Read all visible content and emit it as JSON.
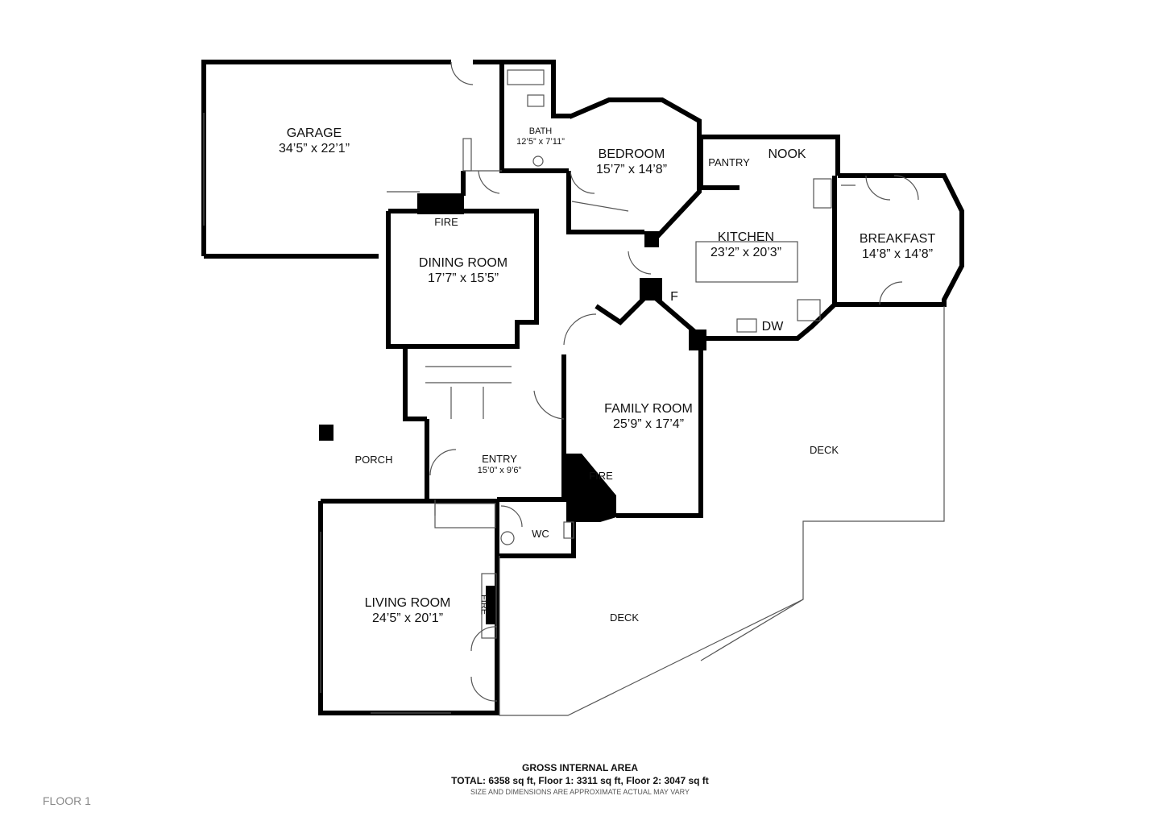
{
  "rooms": {
    "garage": {
      "name": "GARAGE",
      "dim": "34’5” x 22’1”"
    },
    "bath": {
      "name": "BATH",
      "dim": "12’5” x 7’11”"
    },
    "bedroom": {
      "name": "BEDROOM",
      "dim": "15’7” x 14’8”"
    },
    "pantry": {
      "name": "PANTRY"
    },
    "nook": {
      "name": "NOOK"
    },
    "kitchen": {
      "name": "KITCHEN",
      "dim": "23’2” x 20’3”"
    },
    "breakfast": {
      "name": "BREAKFAST",
      "dim": "14’8” x 14’8”"
    },
    "dining": {
      "name": "DINING ROOM",
      "dim": "17’7” x 15’5”"
    },
    "family": {
      "name": "FAMILY ROOM",
      "dim": "25’9” x 17’4”"
    },
    "porch": {
      "name": "PORCH"
    },
    "entry": {
      "name": "ENTRY",
      "dim": "15’0” x 9’6”"
    },
    "wc": {
      "name": "WC"
    },
    "living": {
      "name": "LIVING ROOM",
      "dim": "24’5” x 20’1”"
    },
    "deck_east": {
      "name": "DECK"
    },
    "deck_south": {
      "name": "DECK"
    }
  },
  "labels": {
    "fire_dining": "FIRE",
    "fire_family": "FIRE",
    "fire_living": "FIRE",
    "fridge": "F",
    "dishwasher": "DW"
  },
  "footer": {
    "title": "GROSS INTERNAL AREA",
    "totals": "TOTAL: 6358 sq ft, Floor 1: 3311 sq ft, Floor 2: 3047 sq ft",
    "note": "SIZE AND DIMENSIONS ARE APPROXIMATE ACTUAL MAY VARY"
  },
  "floor_label": "FLOOR 1",
  "colors": {
    "wall": "#000000",
    "thin": "#555555",
    "background": "#ffffff"
  }
}
